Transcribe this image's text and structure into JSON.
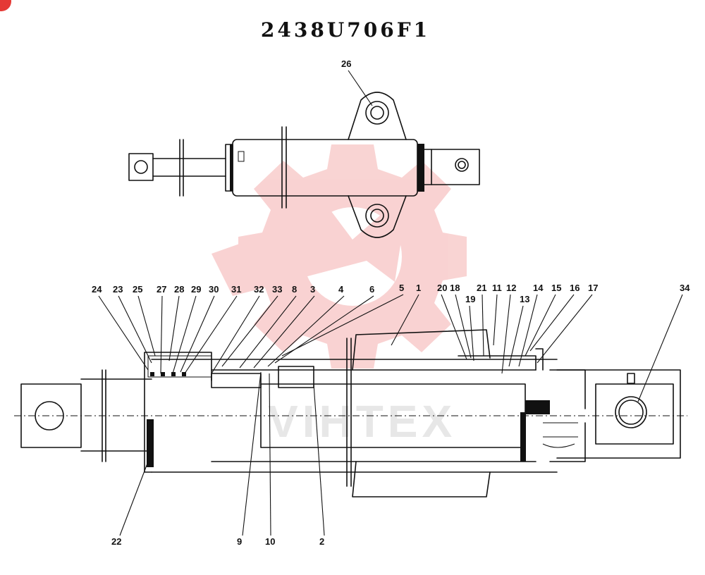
{
  "drawing": {
    "title": "2438U706F1",
    "watermark": "VIHTEX",
    "brand_color": "#e53935",
    "corner_badge": "",
    "callouts": [
      "24",
      "23",
      "25",
      "27",
      "28",
      "29",
      "30",
      "31",
      "32",
      "33",
      "8",
      "3",
      "4",
      "6",
      "5",
      "1",
      "20",
      "18",
      "19",
      "21",
      "11",
      "12",
      "13",
      "14",
      "15",
      "16",
      "17",
      "34",
      "26",
      "22",
      "9",
      "10",
      "2"
    ]
  }
}
